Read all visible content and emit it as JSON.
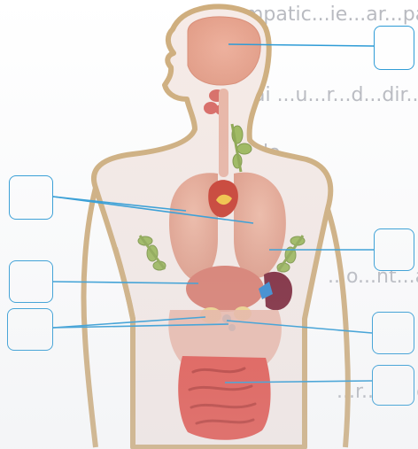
{
  "background_text": [
    "...mpatic...ie...ar...pat",
    "...ai ...u...r...d...dir...ar",
    "...ntalo...",
    "...o...nt...ac...",
    "...r...st...en..."
  ],
  "label_boxes": [
    {
      "id": "box-1",
      "value": ""
    },
    {
      "id": "box-2",
      "value": ""
    },
    {
      "id": "box-3",
      "value": ""
    },
    {
      "id": "box-4",
      "value": ""
    },
    {
      "id": "box-5",
      "value": ""
    },
    {
      "id": "box-6",
      "value": ""
    },
    {
      "id": "box-7",
      "value": ""
    }
  ],
  "colors": {
    "outline": "#cfae7d",
    "body_fill": "#f7ebe6",
    "organ": "#e8a48f",
    "organ_dark": "#d87f6f",
    "pointer_line": "#2a9ad6",
    "heart": "#c83a2c",
    "kidney": "#7a2034",
    "gland_blue": "#2f86cf",
    "lymph_green": "#9cb85b",
    "intestine": "#e14b45"
  }
}
